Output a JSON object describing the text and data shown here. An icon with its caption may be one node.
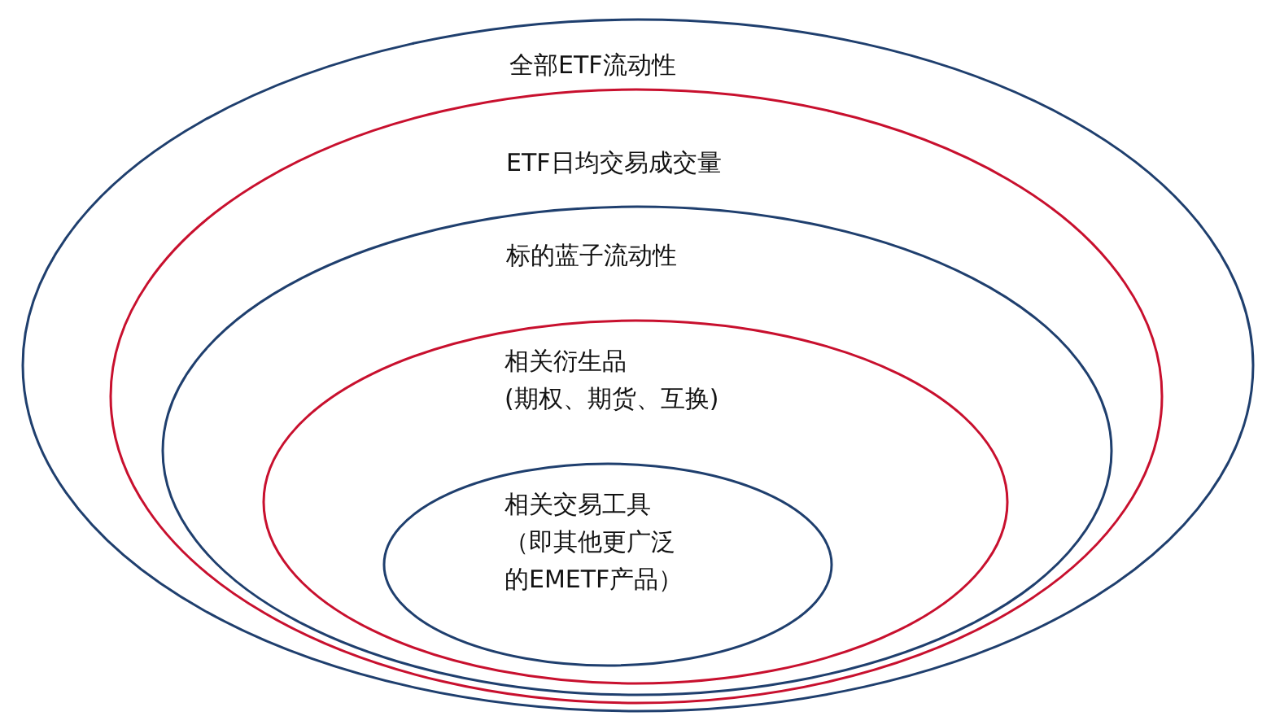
{
  "diagram": {
    "nodes": [
      {
        "text": [
          "全部ETF流动性"
        ]
      },
      {
        "text": [
          "ETF日均交易成交量"
        ],
        "in": 0
      },
      {
        "text": [
          "标的蓝子流动性"
        ],
        "in": 1
      },
      {
        "text": [
          "相关衍生品",
          "(期权、期货、互换)"
        ],
        "in": 2
      },
      {
        "text": [
          "相关交易工具",
          "（即其他更广泛的EMETF产品）"
        ],
        "in": 3
      }
    ]
  }
}
